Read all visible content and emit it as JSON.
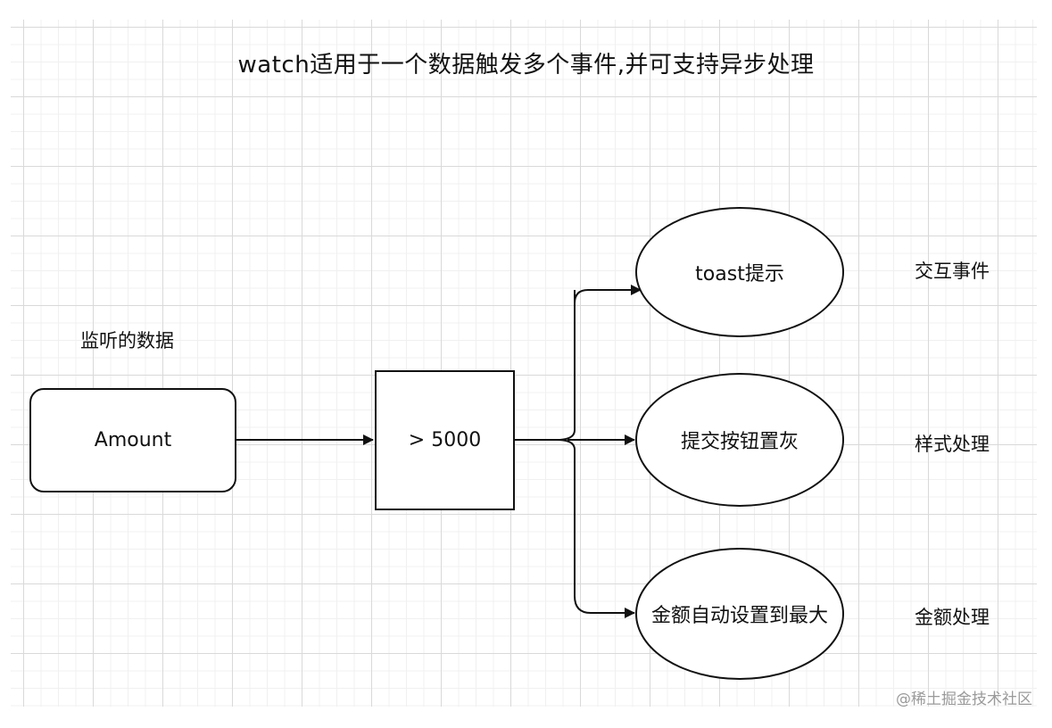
{
  "title": "watch适用于一个数据触发多个事件,并可支持异步处理",
  "source": {
    "caption": "监听的数据",
    "label": "Amount"
  },
  "condition": {
    "label": "> 5000"
  },
  "outcomes": [
    {
      "label": "toast提示",
      "category": "交互事件"
    },
    {
      "label": "提交按钮置灰",
      "category": "样式处理"
    },
    {
      "label": "金额自动设置到最大",
      "category": "金额处理"
    }
  ],
  "watermark": "@稀土掘金技术社区"
}
